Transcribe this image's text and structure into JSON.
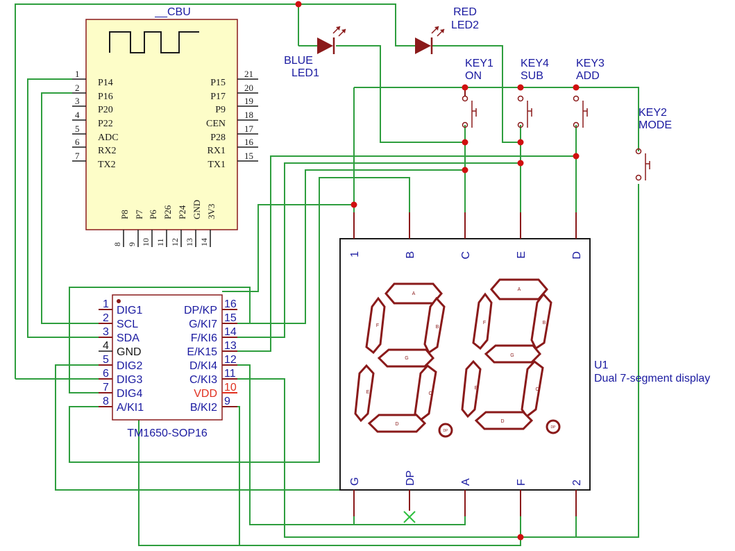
{
  "cbu": {
    "title": "__CBU",
    "left_pins": [
      {
        "num": "1",
        "name": "P14"
      },
      {
        "num": "2",
        "name": "P16"
      },
      {
        "num": "3",
        "name": "P20"
      },
      {
        "num": "4",
        "name": "P22"
      },
      {
        "num": "5",
        "name": "ADC"
      },
      {
        "num": "6",
        "name": "RX2"
      },
      {
        "num": "7",
        "name": "TX2"
      }
    ],
    "right_pins": [
      {
        "num": "21",
        "name": "P15"
      },
      {
        "num": "20",
        "name": "P17"
      },
      {
        "num": "19",
        "name": "P9"
      },
      {
        "num": "18",
        "name": "CEN"
      },
      {
        "num": "17",
        "name": "P28"
      },
      {
        "num": "16",
        "name": "RX1"
      },
      {
        "num": "15",
        "name": "TX1"
      }
    ],
    "bottom_pins": [
      {
        "num": "8",
        "name": "P8"
      },
      {
        "num": "9",
        "name": "P7"
      },
      {
        "num": "10",
        "name": "P6"
      },
      {
        "num": "11",
        "name": "P26"
      },
      {
        "num": "12",
        "name": "P24"
      },
      {
        "num": "13",
        "name": "GND"
      },
      {
        "num": "14",
        "name": "3V3"
      }
    ]
  },
  "leds": {
    "blue": {
      "line1": "BLUE",
      "line2": "LED1"
    },
    "red": {
      "line1": "RED",
      "line2": "LED2"
    }
  },
  "keys": [
    {
      "line1": "KEY1",
      "line2": "ON"
    },
    {
      "line1": "KEY4",
      "line2": "SUB"
    },
    {
      "line1": "KEY3",
      "line2": "ADD"
    },
    {
      "line1": "KEY2",
      "line2": "MODE"
    }
  ],
  "tm1650": {
    "label": "TM1650-SOP16",
    "left_pins": [
      {
        "num": "1",
        "name": "DIG1"
      },
      {
        "num": "2",
        "name": "SCL"
      },
      {
        "num": "3",
        "name": "SDA"
      },
      {
        "num": "4",
        "name": "GND"
      },
      {
        "num": "5",
        "name": "DIG2"
      },
      {
        "num": "6",
        "name": "DIG3"
      },
      {
        "num": "7",
        "name": "DIG4"
      },
      {
        "num": "8",
        "name": "A/KI1"
      }
    ],
    "right_pins": [
      {
        "num": "16",
        "name": "DP/KP"
      },
      {
        "num": "15",
        "name": "G/KI7"
      },
      {
        "num": "14",
        "name": "F/KI6"
      },
      {
        "num": "13",
        "name": "E/K15"
      },
      {
        "num": "12",
        "name": "D/KI4"
      },
      {
        "num": "11",
        "name": "C/KI3"
      },
      {
        "num": "10",
        "name": "VDD"
      },
      {
        "num": "9",
        "name": "B/KI2"
      }
    ]
  },
  "display": {
    "ref": "U1",
    "desc": "Dual 7-segment display",
    "top_pins": [
      "1",
      "B",
      "C",
      "E",
      "D"
    ],
    "bottom_pins": [
      "G",
      "DP",
      "A",
      "F",
      "2"
    ],
    "segment_letters": [
      "A",
      "B",
      "C",
      "D",
      "E",
      "F",
      "G",
      "DP"
    ]
  },
  "colors": {
    "wire": "#2e9e3e",
    "part": "#8a1a1a",
    "body": "#fdfdc8",
    "junction": "#d01010",
    "text": "#1a1aa0",
    "vdd": "#e03020"
  }
}
